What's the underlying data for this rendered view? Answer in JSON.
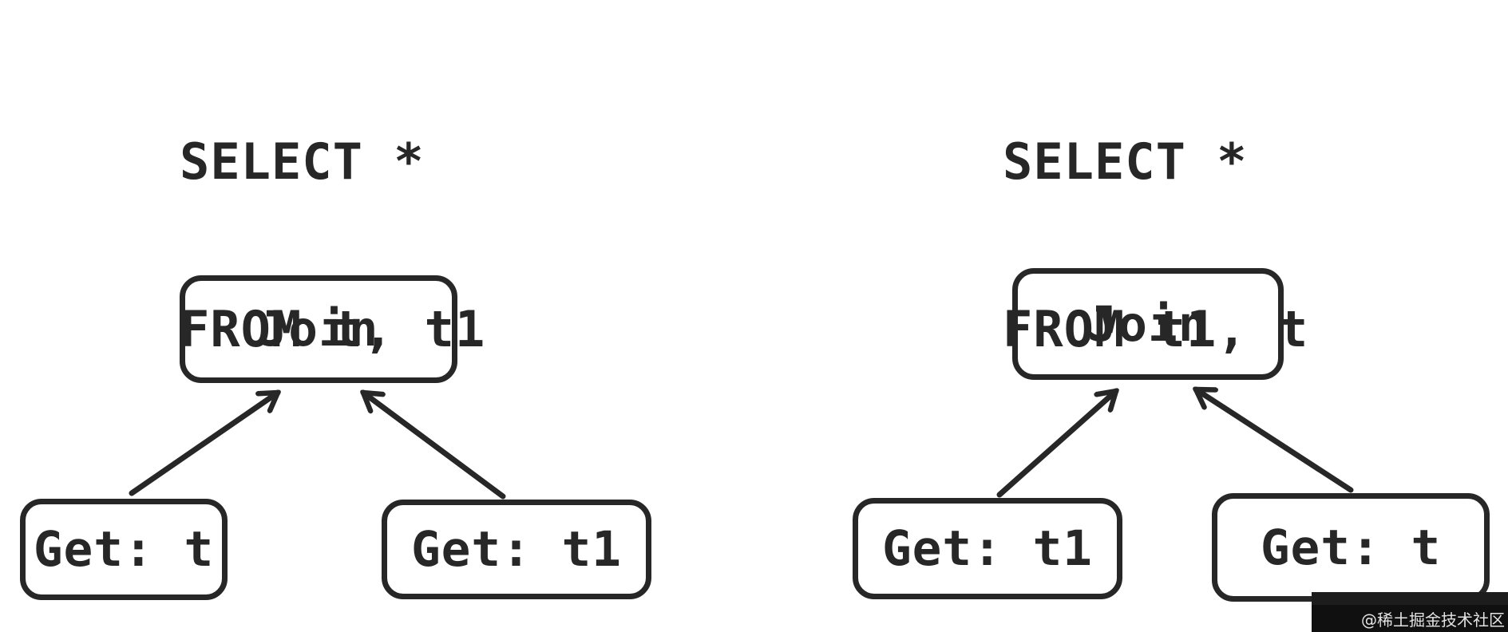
{
  "colors": {
    "background": "#ffffff",
    "ink": "#272727",
    "watermark_background": "#101010",
    "watermark_text_color": "#e3e3e3"
  },
  "diagrams": [
    {
      "id": "left",
      "sql": {
        "line1": "SELECT *",
        "line2": "FROM t, t1"
      },
      "root": {
        "label": "Join"
      },
      "children": [
        {
          "label": "Get: t"
        },
        {
          "label": "Get: t1"
        }
      ]
    },
    {
      "id": "right",
      "sql": {
        "line1": "SELECT *",
        "line2": "FROM t1, t"
      },
      "root": {
        "label": "Join"
      },
      "children": [
        {
          "label": "Get: t1"
        },
        {
          "label": "Get: t"
        }
      ]
    }
  ],
  "watermark": {
    "text": "@稀土掘金技术社区"
  }
}
